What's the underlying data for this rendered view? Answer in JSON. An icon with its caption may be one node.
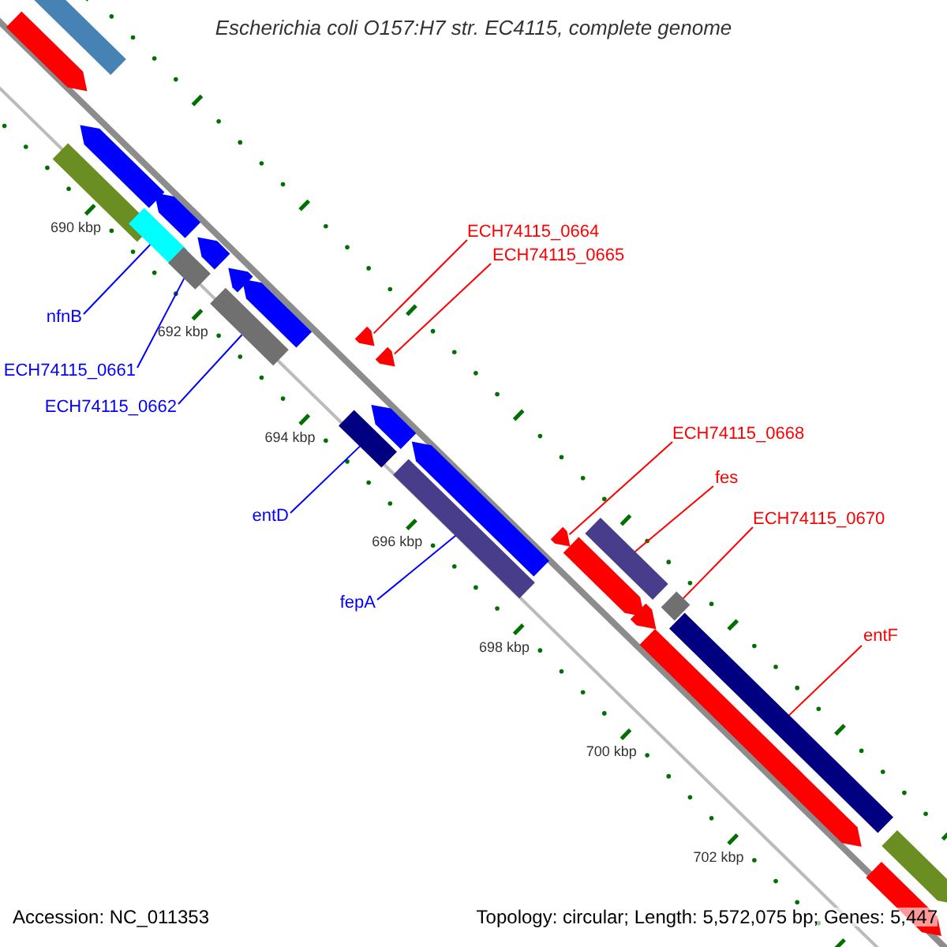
{
  "diagram": {
    "title": "Escherichia coli O157:H7 str. EC4115, complete genome",
    "nodes": [
      {
        "text": [
          "ECH74115_0664"
        ]
      },
      {
        "text": [
          "ECH74115_0665"
        ]
      },
      {
        "text": [
          "nfnB"
        ]
      },
      {
        "text": [
          "ECH74115_0661"
        ]
      },
      {
        "text": [
          "ECH74115_0662"
        ]
      },
      {
        "text": [
          "ECH74115_0668"
        ]
      },
      {
        "text": [
          "fes"
        ]
      },
      {
        "text": [
          "entD"
        ]
      },
      {
        "text": [
          "ECH74115_0670"
        ]
      },
      {
        "text": [
          "fepA"
        ]
      },
      {
        "text": [
          "entF"
        ]
      },
      {
        "text": [],
        "shape": "triangle"
      },
      {
        "text": [],
        "shape": "triangle"
      },
      {
        "text": [],
        "shape": "bar"
      },
      {
        "text": [],
        "shape": "bar"
      },
      {
        "text": [],
        "shape": "bar"
      },
      {
        "text": [],
        "shape": "triangle"
      },
      {
        "text": [],
        "shape": "bar"
      },
      {
        "text": [],
        "shape": "bar"
      },
      {
        "text": [],
        "shape": "bar"
      },
      {
        "text": [],
        "shape": "bar"
      },
      {
        "text": [],
        "shape": "bar"
      },
      {
        "text": [],
        "shape": "arrow"
      }
    ],
    "edges": [
      {
        "from": 0,
        "to": 11,
        "arrow": "none"
      },
      {
        "from": 1,
        "to": 12,
        "arrow": "none"
      },
      {
        "from": 2,
        "to": 13,
        "arrow": "none",
        "color": "#0000ff"
      },
      {
        "from": 3,
        "to": 14,
        "arrow": "none",
        "color": "#0000ff"
      },
      {
        "from": 4,
        "to": 15,
        "arrow": "none",
        "color": "#0000ff"
      },
      {
        "from": 5,
        "to": 16,
        "arrow": "none"
      },
      {
        "from": 6,
        "to": 17,
        "arrow": "none"
      },
      {
        "from": 7,
        "to": 18,
        "arrow": "none",
        "color": "#0000ff"
      },
      {
        "from": 8,
        "to": 19,
        "arrow": "none"
      },
      {
        "from": 9,
        "to": 20,
        "arrow": "none",
        "color": "#0000ff"
      },
      {
        "from": 10,
        "to": 21,
        "arrow": "none"
      }
    ],
    "labels": [
      "690 kbp",
      "692 kbp",
      "694 kbp",
      "696 kbp",
      "698 kbp",
      "700 kbp",
      "702 kbp",
      "Accession: NC_011353",
      "Topology: circular; Length: 5,572,075 bp; Genes: 5,447"
    ]
  }
}
